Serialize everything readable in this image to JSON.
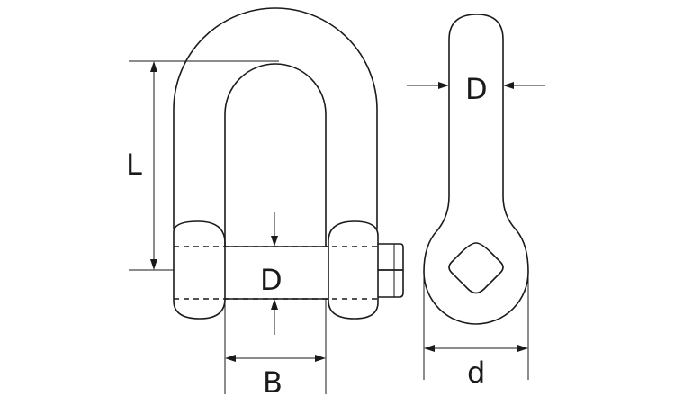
{
  "figure": {
    "labels": {
      "length": "L",
      "pin_diameter_front": "D",
      "inner_width": "B",
      "body_diameter_side": "D",
      "eye_diameter": "d"
    }
  }
}
